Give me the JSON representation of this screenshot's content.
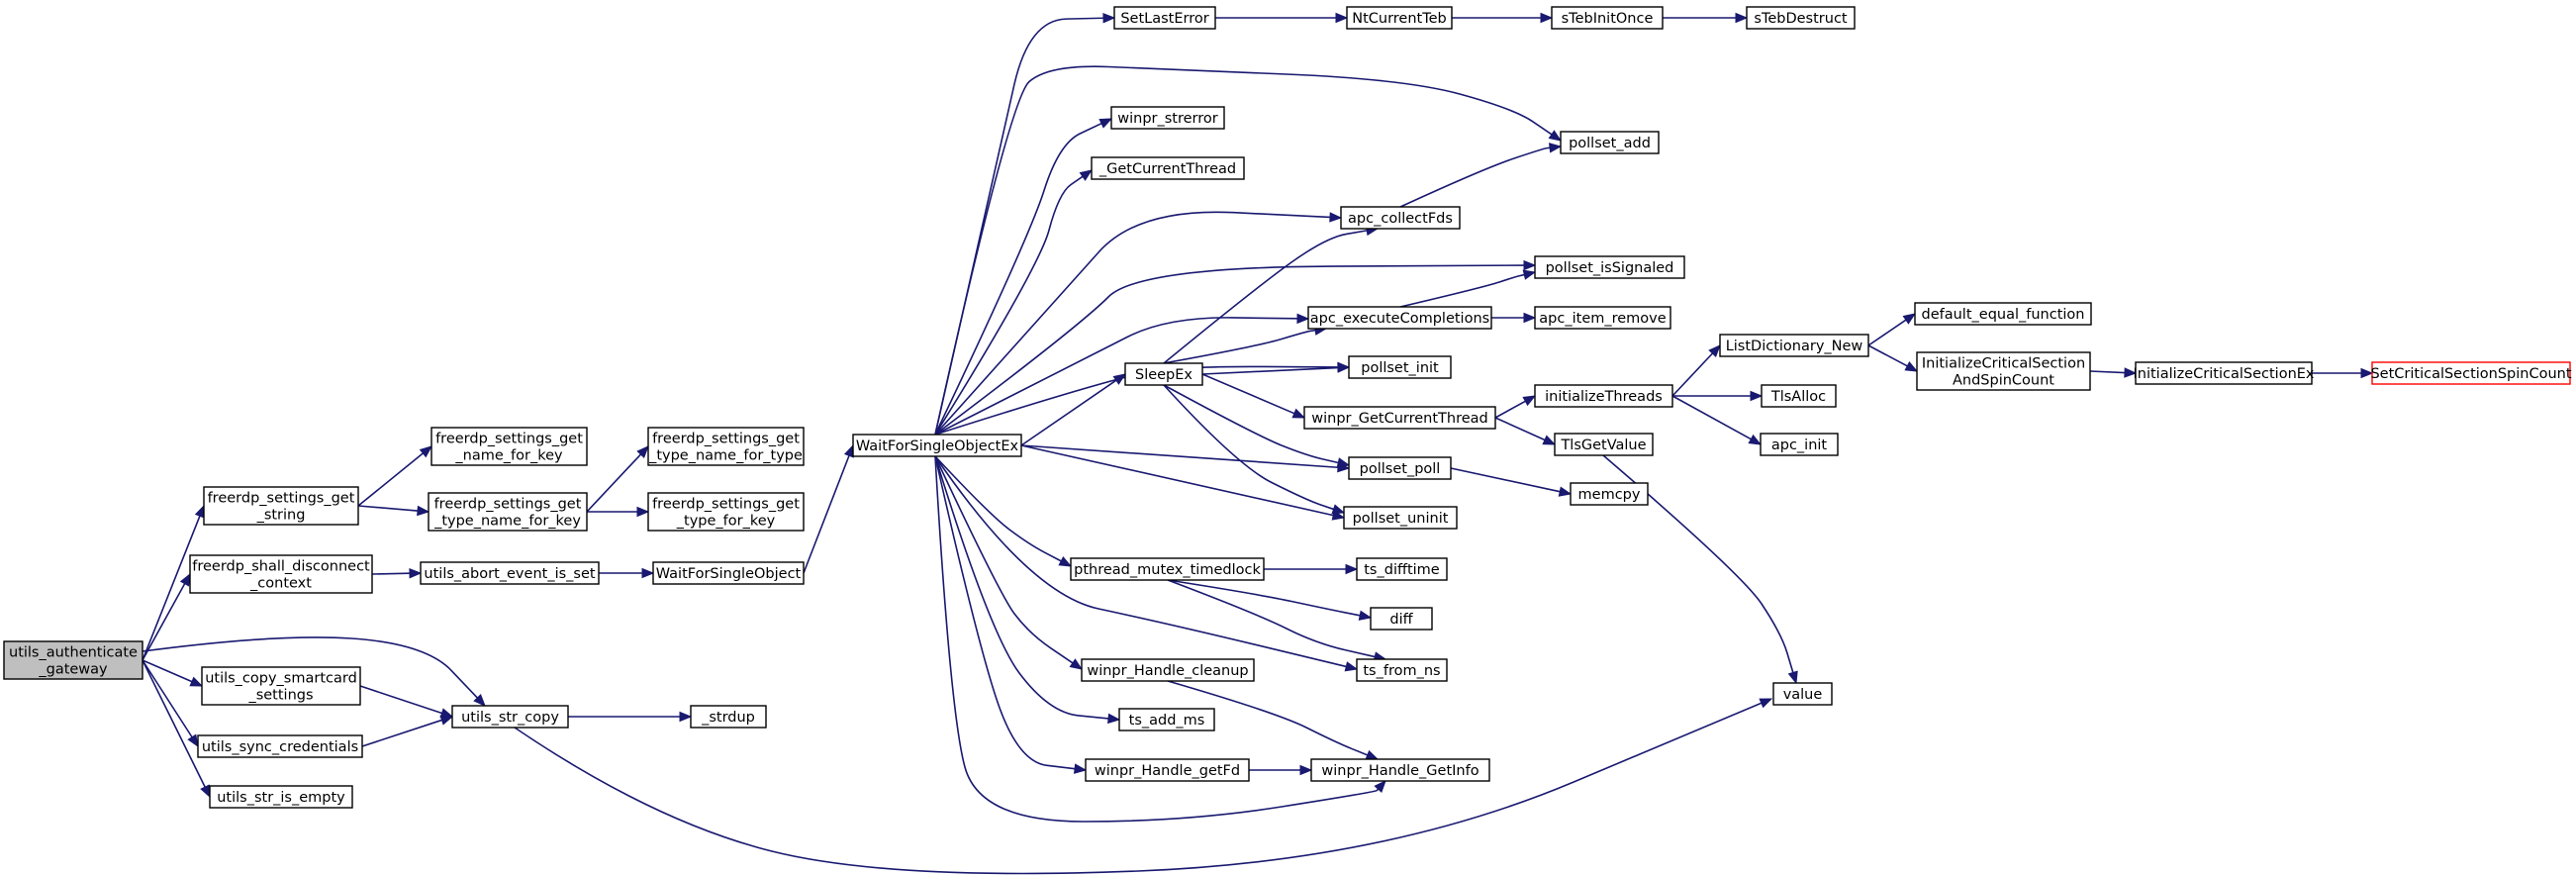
{
  "diagram": {
    "type": "call-graph",
    "colors": {
      "edge": "#191970",
      "root_fill": "#bfbfbf",
      "node_border": "#000000",
      "truncated_border": "#ff0000"
    },
    "nodes": [
      {
        "id": "utils_authenticate_gateway",
        "lines": [
          "utils_authenticate",
          "_gateway"
        ],
        "root": true
      },
      {
        "id": "freerdp_settings_get_string",
        "lines": [
          "freerdp_settings_get",
          "_string"
        ]
      },
      {
        "id": "freerdp_shall_disconnect_context",
        "lines": [
          "freerdp_shall_disconnect",
          "_context"
        ]
      },
      {
        "id": "utils_str_copy",
        "lines": [
          "utils_str_copy"
        ]
      },
      {
        "id": "utils_copy_smartcard_settings",
        "lines": [
          "utils_copy_smartcard",
          "_settings"
        ]
      },
      {
        "id": "utils_sync_credentials",
        "lines": [
          "utils_sync_credentials"
        ]
      },
      {
        "id": "utils_str_is_empty",
        "lines": [
          "utils_str_is_empty"
        ]
      },
      {
        "id": "freerdp_settings_get_name_for_key",
        "lines": [
          "freerdp_settings_get",
          "_name_for_key"
        ]
      },
      {
        "id": "freerdp_settings_get_type_name_for_key",
        "lines": [
          "freerdp_settings_get",
          "_type_name_for_key"
        ]
      },
      {
        "id": "freerdp_settings_get_type_name_for_type",
        "lines": [
          "freerdp_settings_get",
          "_type_name_for_type"
        ]
      },
      {
        "id": "freerdp_settings_get_type_for_key",
        "lines": [
          "freerdp_settings_get",
          "_type_for_key"
        ]
      },
      {
        "id": "utils_abort_event_is_set",
        "lines": [
          "utils_abort_event_is_set"
        ]
      },
      {
        "id": "WaitForSingleObject",
        "lines": [
          "WaitForSingleObject"
        ]
      },
      {
        "id": "WaitForSingleObjectEx",
        "lines": [
          "WaitForSingleObjectEx"
        ]
      },
      {
        "id": "_strdup",
        "lines": [
          "_strdup"
        ]
      },
      {
        "id": "SetLastError",
        "lines": [
          "SetLastError"
        ]
      },
      {
        "id": "NtCurrentTeb",
        "lines": [
          "NtCurrentTeb"
        ]
      },
      {
        "id": "sTebInitOnce",
        "lines": [
          "sTebInitOnce"
        ]
      },
      {
        "id": "sTebDestruct",
        "lines": [
          "sTebDestruct"
        ]
      },
      {
        "id": "winpr_strerror",
        "lines": [
          "winpr_strerror"
        ]
      },
      {
        "id": "_GetCurrentThread",
        "lines": [
          "_GetCurrentThread"
        ]
      },
      {
        "id": "pollset_add",
        "lines": [
          "pollset_add"
        ]
      },
      {
        "id": "apc_collectFds",
        "lines": [
          "apc_collectFds"
        ]
      },
      {
        "id": "pollset_isSignaled",
        "lines": [
          "pollset_isSignaled"
        ]
      },
      {
        "id": "apc_executeCompletions",
        "lines": [
          "apc_executeCompletions"
        ]
      },
      {
        "id": "apc_item_remove",
        "lines": [
          "apc_item_remove"
        ]
      },
      {
        "id": "pollset_init",
        "lines": [
          "pollset_init"
        ]
      },
      {
        "id": "SleepEx",
        "lines": [
          "SleepEx"
        ]
      },
      {
        "id": "winpr_GetCurrentThread",
        "lines": [
          "winpr_GetCurrentThread"
        ]
      },
      {
        "id": "pollset_poll",
        "lines": [
          "pollset_poll"
        ]
      },
      {
        "id": "pollset_uninit",
        "lines": [
          "pollset_uninit"
        ]
      },
      {
        "id": "memcpy",
        "lines": [
          "memcpy"
        ]
      },
      {
        "id": "initializeThreads",
        "lines": [
          "initializeThreads"
        ]
      },
      {
        "id": "TlsGetValue",
        "lines": [
          "TlsGetValue"
        ]
      },
      {
        "id": "ListDictionary_New",
        "lines": [
          "ListDictionary_New"
        ]
      },
      {
        "id": "TlsAlloc",
        "lines": [
          "TlsAlloc"
        ]
      },
      {
        "id": "apc_init",
        "lines": [
          "apc_init"
        ]
      },
      {
        "id": "default_equal_function",
        "lines": [
          "default_equal_function"
        ]
      },
      {
        "id": "InitializeCriticalSectionAndSpinCount",
        "lines": [
          "InitializeCriticalSection",
          "AndSpinCount"
        ]
      },
      {
        "id": "InitializeCriticalSectionEx",
        "lines": [
          "InitializeCriticalSectionEx"
        ]
      },
      {
        "id": "SetCriticalSectionSpinCount",
        "lines": [
          "SetCriticalSectionSpinCount"
        ],
        "truncated": true
      },
      {
        "id": "pthread_mutex_timedlock",
        "lines": [
          "pthread_mutex_timedlock"
        ]
      },
      {
        "id": "ts_difftime",
        "lines": [
          "ts_difftime"
        ]
      },
      {
        "id": "diff",
        "lines": [
          "diff"
        ]
      },
      {
        "id": "ts_from_ns",
        "lines": [
          "ts_from_ns"
        ]
      },
      {
        "id": "winpr_Handle_cleanup",
        "lines": [
          "winpr_Handle_cleanup"
        ]
      },
      {
        "id": "ts_add_ms",
        "lines": [
          "ts_add_ms"
        ]
      },
      {
        "id": "winpr_Handle_getFd",
        "lines": [
          "winpr_Handle_getFd"
        ]
      },
      {
        "id": "winpr_Handle_GetInfo",
        "lines": [
          "winpr_Handle_GetInfo"
        ]
      },
      {
        "id": "value",
        "lines": [
          "value"
        ]
      }
    ],
    "edges": [
      [
        "utils_authenticate_gateway",
        "freerdp_settings_get_string"
      ],
      [
        "utils_authenticate_gateway",
        "freerdp_shall_disconnect_context"
      ],
      [
        "utils_authenticate_gateway",
        "utils_str_copy"
      ],
      [
        "utils_authenticate_gateway",
        "utils_copy_smartcard_settings"
      ],
      [
        "utils_authenticate_gateway",
        "utils_sync_credentials"
      ],
      [
        "utils_authenticate_gateway",
        "utils_str_is_empty"
      ],
      [
        "freerdp_settings_get_string",
        "freerdp_settings_get_name_for_key"
      ],
      [
        "freerdp_settings_get_string",
        "freerdp_settings_get_type_name_for_key"
      ],
      [
        "freerdp_settings_get_type_name_for_key",
        "freerdp_settings_get_type_name_for_type"
      ],
      [
        "freerdp_settings_get_type_name_for_key",
        "freerdp_settings_get_type_for_key"
      ],
      [
        "freerdp_shall_disconnect_context",
        "utils_abort_event_is_set"
      ],
      [
        "utils_abort_event_is_set",
        "WaitForSingleObject"
      ],
      [
        "WaitForSingleObject",
        "WaitForSingleObjectEx"
      ],
      [
        "utils_copy_smartcard_settings",
        "utils_str_copy"
      ],
      [
        "utils_sync_credentials",
        "utils_str_copy"
      ],
      [
        "utils_str_copy",
        "_strdup"
      ],
      [
        "utils_str_copy",
        "value"
      ],
      [
        "WaitForSingleObjectEx",
        "SetLastError"
      ],
      [
        "WaitForSingleObjectEx",
        "pollset_add"
      ],
      [
        "WaitForSingleObjectEx",
        "winpr_strerror"
      ],
      [
        "WaitForSingleObjectEx",
        "_GetCurrentThread"
      ],
      [
        "WaitForSingleObjectEx",
        "apc_collectFds"
      ],
      [
        "WaitForSingleObjectEx",
        "pollset_isSignaled"
      ],
      [
        "WaitForSingleObjectEx",
        "apc_executeCompletions"
      ],
      [
        "WaitForSingleObjectEx",
        "pollset_init"
      ],
      [
        "WaitForSingleObjectEx",
        "SleepEx"
      ],
      [
        "WaitForSingleObjectEx",
        "pollset_poll"
      ],
      [
        "WaitForSingleObjectEx",
        "pollset_uninit"
      ],
      [
        "WaitForSingleObjectEx",
        "pthread_mutex_timedlock"
      ],
      [
        "WaitForSingleObjectEx",
        "ts_from_ns"
      ],
      [
        "WaitForSingleObjectEx",
        "winpr_Handle_cleanup"
      ],
      [
        "WaitForSingleObjectEx",
        "ts_add_ms"
      ],
      [
        "WaitForSingleObjectEx",
        "winpr_Handle_getFd"
      ],
      [
        "WaitForSingleObjectEx",
        "winpr_Handle_GetInfo"
      ],
      [
        "SetLastError",
        "NtCurrentTeb"
      ],
      [
        "NtCurrentTeb",
        "sTebInitOnce"
      ],
      [
        "sTebInitOnce",
        "sTebDestruct"
      ],
      [
        "apc_collectFds",
        "pollset_add"
      ],
      [
        "apc_executeCompletions",
        "pollset_isSignaled"
      ],
      [
        "apc_executeCompletions",
        "apc_item_remove"
      ],
      [
        "SleepEx",
        "apc_collectFds"
      ],
      [
        "SleepEx",
        "apc_executeCompletions"
      ],
      [
        "SleepEx",
        "pollset_init"
      ],
      [
        "SleepEx",
        "winpr_GetCurrentThread"
      ],
      [
        "SleepEx",
        "pollset_poll"
      ],
      [
        "SleepEx",
        "pollset_uninit"
      ],
      [
        "winpr_GetCurrentThread",
        "initializeThreads"
      ],
      [
        "winpr_GetCurrentThread",
        "TlsGetValue"
      ],
      [
        "pollset_poll",
        "memcpy"
      ],
      [
        "initializeThreads",
        "ListDictionary_New"
      ],
      [
        "initializeThreads",
        "TlsAlloc"
      ],
      [
        "initializeThreads",
        "apc_init"
      ],
      [
        "ListDictionary_New",
        "default_equal_function"
      ],
      [
        "ListDictionary_New",
        "InitializeCriticalSectionAndSpinCount"
      ],
      [
        "InitializeCriticalSectionAndSpinCount",
        "InitializeCriticalSectionEx"
      ],
      [
        "InitializeCriticalSectionEx",
        "SetCriticalSectionSpinCount"
      ],
      [
        "TlsGetValue",
        "value"
      ],
      [
        "pthread_mutex_timedlock",
        "ts_difftime"
      ],
      [
        "pthread_mutex_timedlock",
        "diff"
      ],
      [
        "pthread_mutex_timedlock",
        "ts_from_ns"
      ],
      [
        "winpr_Handle_cleanup",
        "winpr_Handle_GetInfo"
      ],
      [
        "winpr_Handle_getFd",
        "winpr_Handle_GetInfo"
      ]
    ]
  }
}
